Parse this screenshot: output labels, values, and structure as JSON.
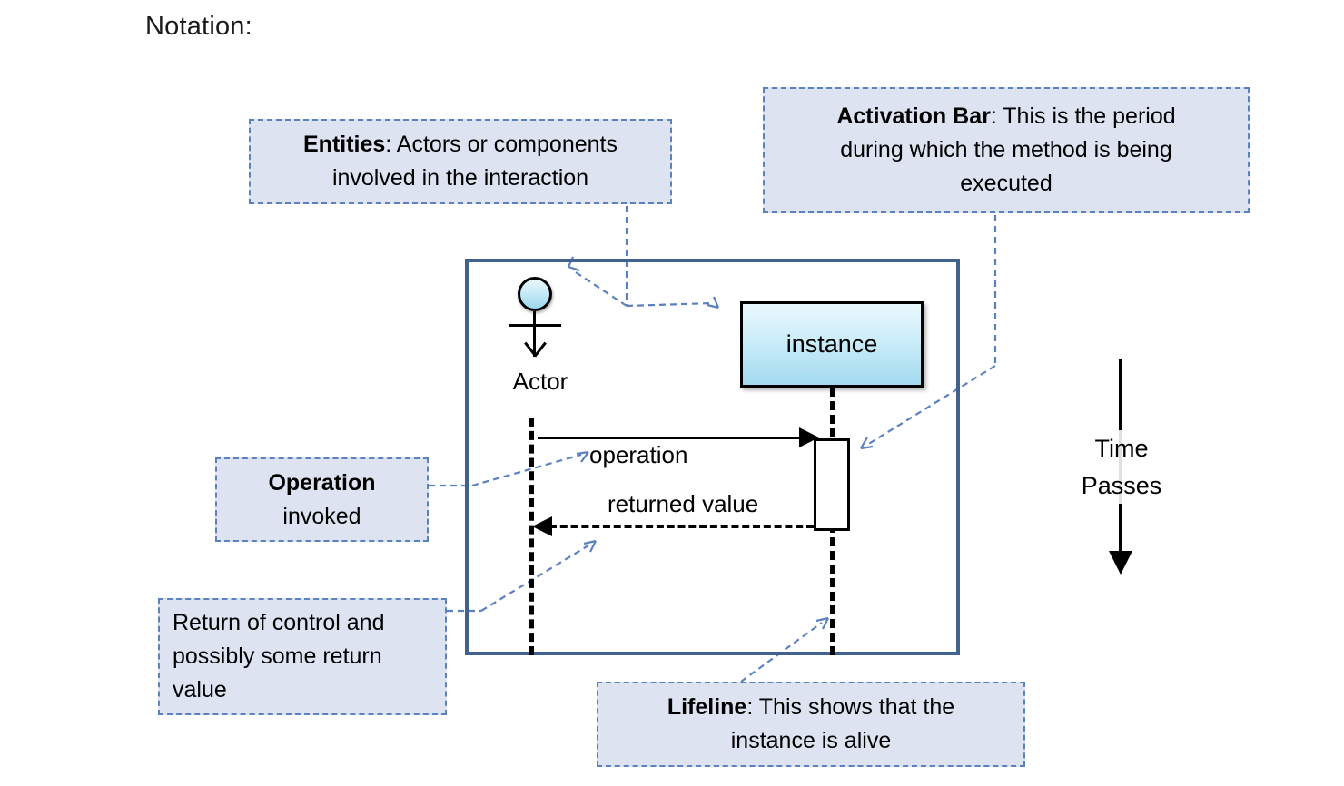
{
  "slide": {
    "title": "Notation:",
    "accent_frame_color": "#41618f",
    "callout_fill": "#dde3f0",
    "callout_border": "#5b82bf",
    "connector_color": "#5b82bf",
    "instance_fill_top": "#eaf8fd",
    "instance_fill_bottom": "#a3daef"
  },
  "callouts": {
    "entities": {
      "name": "entities-callout",
      "bold_lead": "Entities",
      "line1_rest": ":  Actors or components",
      "line2": "involved in the interaction",
      "align": "center"
    },
    "activation": {
      "name": "activation-bar-callout",
      "bold_lead": "Activation Bar",
      "line1_rest": ": This is the period",
      "line2": "during which the method is being",
      "line3": "executed",
      "align": "center"
    },
    "operation": {
      "name": "operation-callout",
      "bold_lead": "Operation",
      "line2": "invoked",
      "align": "center"
    },
    "return": {
      "name": "return-of-control-callout",
      "line1": "Return of control and",
      "line2": "possibly some return",
      "line3": "value",
      "align": "left"
    },
    "lifeline": {
      "name": "lifeline-callout",
      "bold_lead": "Lifeline",
      "line1_rest": ": This shows that the",
      "line2": "instance is alive",
      "align": "center"
    }
  },
  "diagram": {
    "actor": {
      "label": "Actor",
      "icon": "stick-figure-actor-icon"
    },
    "instance": {
      "label": "instance"
    },
    "messages": [
      {
        "label": "operation",
        "direction": "actor-to-instance",
        "style": "solid",
        "arrowhead": "filled"
      },
      {
        "label": "returned value",
        "direction": "instance-to-actor",
        "style": "dashed",
        "arrowhead": "filled"
      }
    ],
    "activation_bar": {
      "label": "activation-bar"
    },
    "lifelines": [
      {
        "owner": "actor",
        "style": "dashed"
      },
      {
        "owner": "instance",
        "style": "dashed"
      }
    ]
  },
  "time_axis": {
    "line1": "Time",
    "line2": "Passes",
    "direction": "downward"
  }
}
